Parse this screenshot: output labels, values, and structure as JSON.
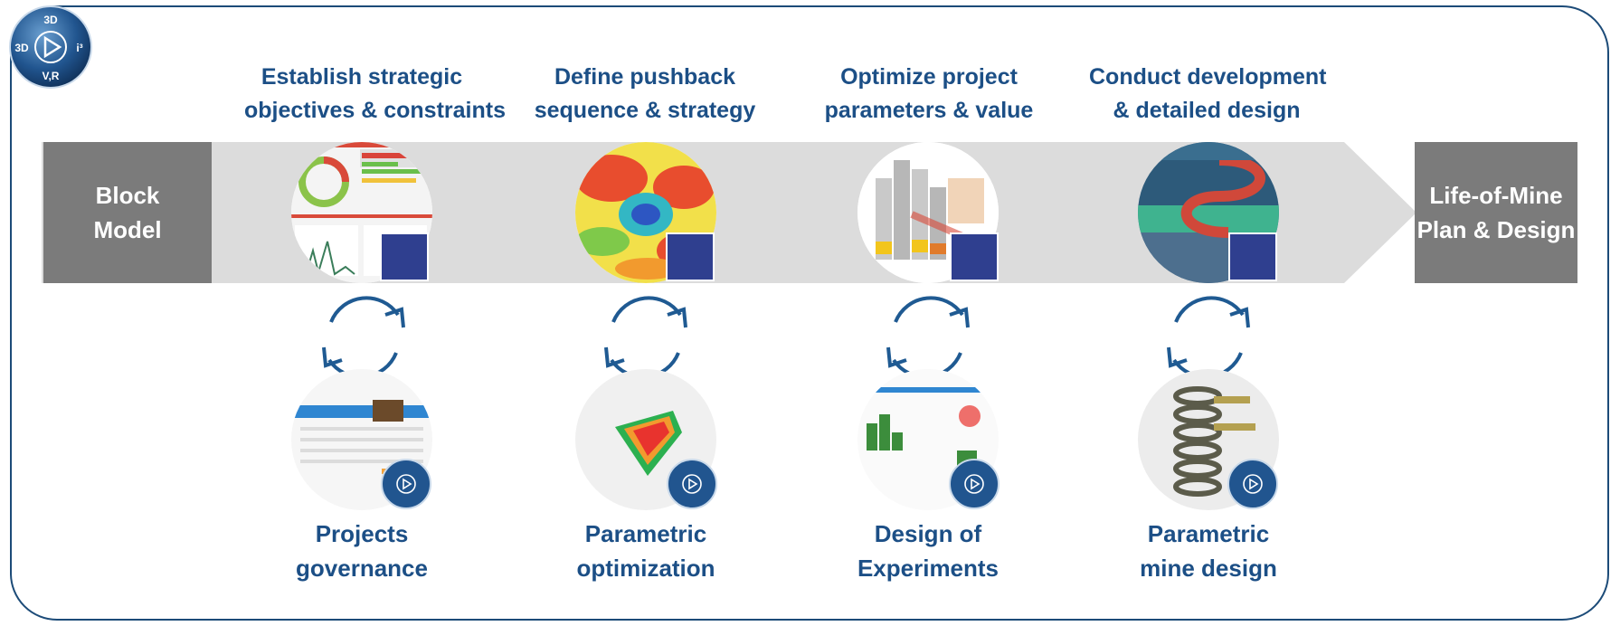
{
  "start_box": {
    "label_line1": "Block",
    "label_line2": "Model"
  },
  "end_box": {
    "label_line1": "Life-of-Mine",
    "label_line2": "Plan & Design"
  },
  "badge": {
    "top": "3D",
    "middle_left": "3D",
    "right": "i³",
    "bottom": "V,R",
    "icon": "compass-play-icon"
  },
  "stages": [
    {
      "title_line1": "Establish strategic",
      "title_line2": "objectives & constraints",
      "tool_line1": "Projects",
      "tool_line2": "governance"
    },
    {
      "title_line1": "Define pushback",
      "title_line2": "sequence & strategy",
      "tool_line1": "Parametric",
      "tool_line2": "optimization"
    },
    {
      "title_line1": "Optimize project",
      "title_line2": "parameters & value",
      "tool_line1": "Design of",
      "tool_line2": "Experiments"
    },
    {
      "title_line1": "Conduct development",
      "title_line2": "& detailed design",
      "tool_line1": "Parametric",
      "tool_line2": "mine design"
    }
  ],
  "colors": {
    "title_blue": "#1c4f86",
    "band_grey": "#dcdcdc",
    "box_grey": "#7b7b7b",
    "frame_blue": "#1c4b78",
    "cycle_blue": "#1f5a92"
  }
}
